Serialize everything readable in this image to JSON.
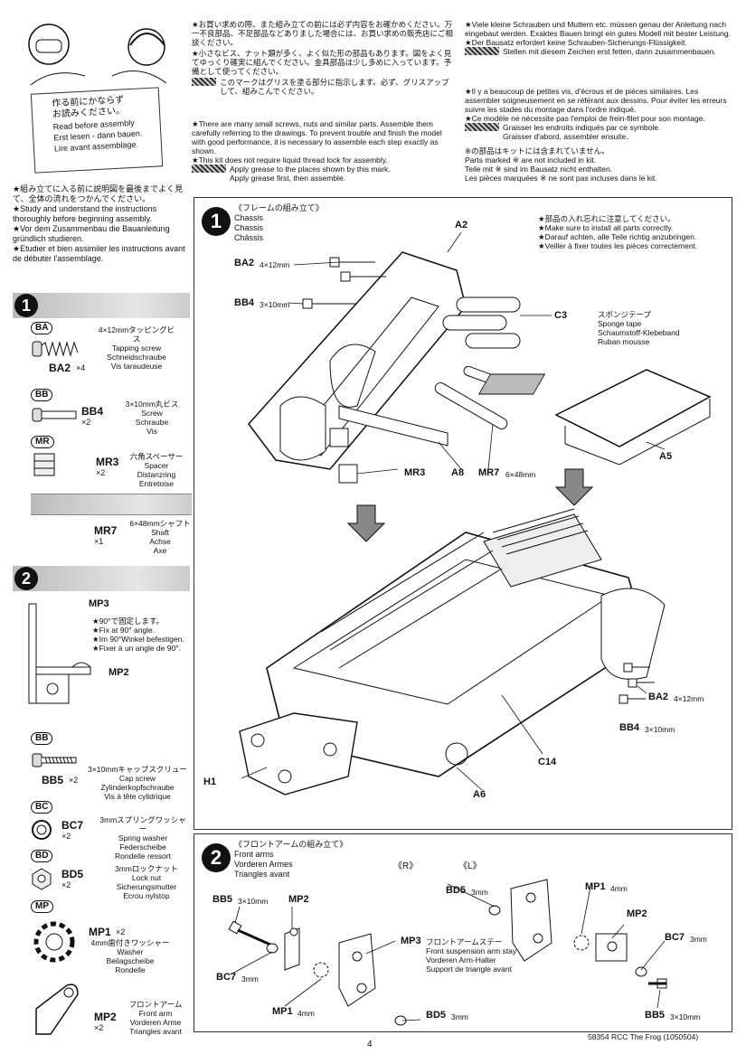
{
  "intro": {
    "jp": "作る前にかならず\nお読みください。",
    "en": "Read before assembly",
    "de": "Erst lesen - dann bauen.",
    "fr": "Lire avant assemblage."
  },
  "notes_jp": [
    "★お買い求めの際、また組み立ての前には必ず内容をお確かめください。万一不良部品、不足部品などありました場合には、お買い求めの販売店にご相談ください。",
    "★小さなビス、ナット類が多く、よく似た形の部品もあります。図をよく見てゆっくり確実に組んでください。金具部品は少し多めに入っています。予備として使ってください。",
    "このマークはグリスを塗る部分に指示します。必ず、グリスアップして、組みこんでください。"
  ],
  "notes_en": [
    "★There are many small screws, nuts and similar parts. Assemble them carefully referring to the drawings. To prevent trouble and finish the model with good performance, it is necessary to assemble each step exactly as shown.",
    "★This kit does not require liquid thread lock for assembly.",
    "Apply grease to the places shown by this mark.",
    "Apply grease first, then assemble."
  ],
  "notes_de": [
    "★Viele kleine Schrauben und Muttern etc. müssen genau der Anleitung nach eingebaut werden. Exaktes Bauen bringt ein gutes Modell mit bester Leistung.",
    "★Der Bausatz erfordert keine Schrauben-Sicherungs-Flüssigkeit.",
    "Stellen mit diesem Zeichen erst fetten, dann zusammenbauen."
  ],
  "notes_fr": [
    "★Il y a beaucoup de petites vis, d'écrous et de pièces similaires. Les assembler soigneusement en se référant aux dessins. Pour éviter les erreurs suivre les stades du montage dans l'ordre indiqué.",
    "★Ce modèle ne nécessite pas l'emploi de frein-filet pour son montage.",
    "Graisser les endroits indiqués par ce symbole.",
    "Graisser d'abord, assembler ensuite."
  ],
  "not_included": {
    "jp": "※の部品はキットには含まれていません。",
    "en": "Parts marked ※ are not included in kit.",
    "de": "Teile mit ※ sind im Bausatz nicht enthalten.",
    "fr": "Les pièces marquées ※ ne sont pas incluses dans le kit."
  },
  "study": [
    "★組み立てに入る前に説明図を最後までよく見て、全体の流れをつかんでください。",
    "★Study and understand the instructions thoroughly before beginning assembly.",
    "★Vor dem Zusammenbau die Bauanleitung gründlich studieren.",
    "★Etudier et bien assimiler les instructions avant de débuter l'assemblage."
  ],
  "parts1": {
    "step": "1",
    "ba": {
      "tag": "BA",
      "name": "BA2",
      "qty": "×4",
      "jp": "4×12mmタッピングビス",
      "en": "Tapping screw",
      "de": "Schneidschraube",
      "fr": "Vis taraudeuse"
    },
    "bb": {
      "tag": "BB",
      "name": "BB4",
      "qty": "×2",
      "jp": "3×10mm丸ビス",
      "en": "Screw",
      "de": "Schraube",
      "fr": "Vis"
    },
    "mr": {
      "tag": "MR",
      "name": "MR3",
      "qty": "×2",
      "jp": "六角スペーサー",
      "en": "Spacer",
      "de": "Distanzring",
      "fr": "Entretoise"
    },
    "shaft": {
      "name": "MR7",
      "qty": "×1",
      "jp": "6×48mmシャフト",
      "en": "Shaft",
      "de": "Achse",
      "fr": "Axe"
    }
  },
  "parts2": {
    "step": "2",
    "mp3": "MP3",
    "mp2": "MP2",
    "angle": [
      "★90°で固定します。",
      "★Fix at 90° angle.",
      "★Im 90°Winkel befestigen.",
      "★Fixer à un angle de 90°."
    ],
    "bb5": {
      "tag": "BB",
      "name": "BB5",
      "qty": "×2",
      "jp": "3×10mmキャップスクリュー",
      "en": "Cap screw",
      "de": "Zylinderkopfschraube",
      "fr": "Vis à tête cylidrique"
    },
    "bc7": {
      "tag": "BC",
      "name": "BC7",
      "qty": "×2",
      "jp": "3mmスプリングワッシャー",
      "en": "Spring washer",
      "de": "Federscheibe",
      "fr": "Rondelle ressort"
    },
    "bd5": {
      "tag": "BD",
      "name": "BD5",
      "qty": "×2",
      "jp": "3mmロックナット",
      "en": "Lock nut",
      "de": "Sicherungsmutter",
      "fr": "Ecrou nylstop"
    },
    "mp1": {
      "tag": "MP",
      "name": "MP1",
      "qty": "×2",
      "jp": "4mm歯付きワッシャー",
      "en": "Washer",
      "de": "Beilagscheibe",
      "fr": "Rondelle"
    },
    "mp2p": {
      "name": "MP2",
      "qty": "×2",
      "jp": "フロントアーム",
      "en": "Front arm",
      "de": "Vorderen Arme",
      "fr": "Triangles avant"
    }
  },
  "step1": {
    "num": "1",
    "jp": "《フレームの組み立て》",
    "en": "Chassis",
    "de": "Chassis",
    "fr": "Châssis",
    "notes": [
      "★部品の入れ忘れに注意してください。",
      "★Make sure to install all parts correctly.",
      "★Darauf achten, alle Teile richtig anzubringen.",
      "★Veiller à fixer toutes les pièces correctement."
    ],
    "sponge": {
      "jp": "スポンジテープ",
      "en": "Sponge tape",
      "de": "Schaumstoff-Klebeband",
      "fr": "Ruban mousse"
    },
    "labels": {
      "a2": "A2",
      "ba2": "BA2",
      "ba2_size": "4×12mm",
      "bb4": "BB4",
      "bb4_size": "3×10mm",
      "c3": "C3",
      "mr3": "MR3",
      "a8": "A8",
      "mr7": "MR7",
      "mr7_size": "6×48mm",
      "a5": "A5",
      "a6": "A6",
      "c14": "C14",
      "h1": "H1"
    }
  },
  "step2": {
    "num": "2",
    "jp": "《フロントアームの組み立て》",
    "en": "Front arms",
    "de": "Vorderen Armes",
    "fr": "Triangles avant",
    "r": "《R》",
    "l": "《L》",
    "mp3": {
      "jp": "フロントアームステー",
      "en": "Front suspension arm stay",
      "de": "Vorderen Arm-Halter",
      "fr": "Support de triangle avant"
    },
    "labels": {
      "bb5": "BB5",
      "bb5_size": "3×10mm",
      "mp2": "MP2",
      "bc7": "BC7",
      "size3": "3mm",
      "mp1": "MP1",
      "size4": "4mm",
      "bd5": "BD5",
      "mp3": "MP3"
    }
  },
  "footer": {
    "page": "4",
    "code": "58354 RCC The Frog (1050504)"
  }
}
